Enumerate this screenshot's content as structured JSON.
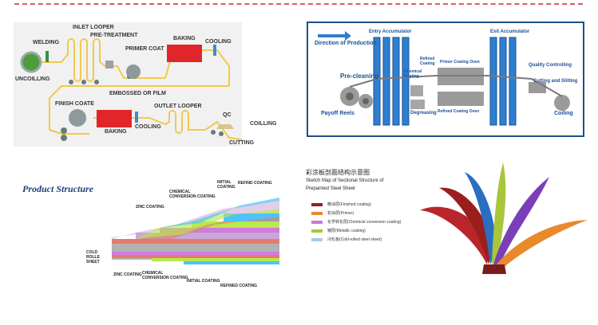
{
  "process_line": {
    "labels": {
      "inlet_looper": "INLET LOOPER",
      "welding": "WELDING",
      "pre_treatment": "PRE-TREATMENT",
      "uncoiling": "UNCOILLING",
      "primer_coat": "PRIMER COAT",
      "baking_top": "BAKING",
      "cooling_top": "COOLING",
      "embossed": "EMBOSSED OR FILM",
      "finish_coat": "FINISH COATE",
      "outlet_looper": "OUTLET LOOPER",
      "qc": "QC",
      "coiling": "COILLING",
      "baking_bottom": "BAKING",
      "cooling_bottom": "COOLING",
      "cutting": "CUTTING"
    },
    "colors": {
      "line": "#f2c94c",
      "oven": "#e0262a",
      "roller": "#6a7a7a",
      "coil": "#4f9c3a",
      "cut_coil": "#d9262b"
    }
  },
  "coating_line": {
    "direction_label": "Direction of Production",
    "labels": {
      "entry_accumulator": "Entry Accumulator",
      "exit_accumulator": "Exit Accumulator",
      "refined_coating": "Refined Coating",
      "primer_coating_oven": "Primer Coating Oven",
      "chemical_coating": "Chemical Coating",
      "quality_controlling": "Quality Controlling",
      "pre_cleaning": "Pre-cleaning",
      "cutting_slitting": "Cutting and Slitting",
      "degreasing": "Degreasing",
      "refined_coating_oven": "Refined Coating Oven",
      "payoff_reels": "Payoff Reels",
      "coiling": "Coiling"
    },
    "colors": {
      "frame": "#1e4f86",
      "text": "#1a4f96",
      "accent": "#2e7fd0"
    }
  },
  "product_structure": {
    "title": "Product Structure",
    "labels": {
      "initial_coating_top": "INITIAL COATING",
      "refind_coating_top": "REFIND COATING",
      "chemical_conversion_top": "CHEMICAL CONVERSION COATING",
      "zinc_coating_top": "ZINC COATING",
      "cold_rolle_sheet": "COLD ROLLE SHEET",
      "zinc_coating_bottom": "ZINC COATING",
      "chemical_conversion_bottom": "CHEMICAL CONVERSION COATING",
      "initial_coating_bottom": "INITIAL COATING",
      "refined_coating_bottom": "REFINED COATING"
    },
    "layer_colors": [
      "#4fc3f7",
      "#b9e94b",
      "#d27be0",
      "#c9a7d9",
      "#e37b6f",
      "#b2b2b2"
    ]
  },
  "sectional_structure": {
    "title_cn": "彩涂板剖面结构示意图",
    "title_en_line1": "Sketch Map of Sectional Structure of",
    "title_en_line2": "Prepainted Steel Sheet",
    "legend": [
      {
        "cn": "精涂层",
        "en": "(Finished coating)",
        "color": "#9b1e1e"
      },
      {
        "cn": "初涂层",
        "en": "(Primer)",
        "color": "#e8892c"
      },
      {
        "cn": "化学转化层",
        "en": "(Chemical conversion coating)",
        "color": "#c77ad8"
      },
      {
        "cn": "镀层",
        "en": "(Metallic coating)",
        "color": "#a8c63b"
      },
      {
        "cn": "冷轧板",
        "en": "(Cold-rolled steel sheet)",
        "color": "#a9c8ea"
      }
    ]
  },
  "fan_graphic": {
    "colors": [
      "#b8262b",
      "#e8892c",
      "#a8c63b",
      "#7a3fb8",
      "#2a6fbf",
      "#9b1e1e"
    ]
  }
}
